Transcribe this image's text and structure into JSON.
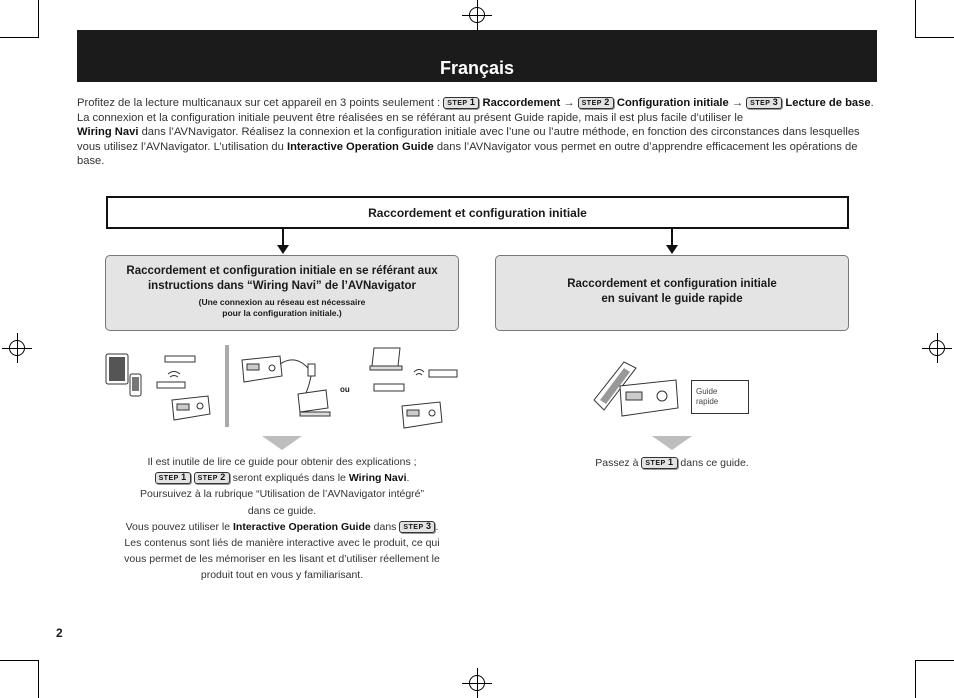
{
  "header": {
    "title": "Français"
  },
  "intro": {
    "s1": "Profitez de la lecture multicanaux sur cet appareil en 3 points seulement :",
    "step_word": "STEP",
    "step1": "1",
    "step2": "2",
    "step3": "3",
    "raccordement": "Raccordement",
    "arrow": "→",
    "config": "Configuration initiale",
    "lecture": "Lecture de base",
    "period": ".",
    "s2": "La connexion et la configuration initiale peuvent être réalisées en se référant au présent Guide rapide, mais il est plus facile d’utiliser le",
    "wiring_navi": "Wiring Navi",
    "s3": "dans l’AVNavigator. Réalisez la connexion et la configuration initiale avec l’une ou l’autre méthode, en fonction des circonstances dans lesquelles vous utilisez l’AVNavigator. L’utilisation du",
    "iog": "Interactive Operation Guide",
    "s4": "dans l’AVNavigator vous permet en outre d’apprendre effi­cacement les opérations de base."
  },
  "main_box": {
    "label": "Raccordement et configuration initiale"
  },
  "left_panel": {
    "line1": "Raccordement et configuration initiale en se référant aux",
    "line2": "instructions dans “Wiring Navi” de l’AVNavigator",
    "note1": "(Une connexion au réseau est nécessaire",
    "note2": "pour la configuration initiale.)"
  },
  "right_panel": {
    "line1": "Raccordement et configuration initiale",
    "line2": "en suivant le guide rapide"
  },
  "illus": {
    "ou": "ou",
    "guide_line1": "Guide",
    "guide_line2": "rapide"
  },
  "left_text": {
    "l1": "Il est inutile de lire ce guide pour obtenir des explications ;",
    "l2": "seront expliqués dans le",
    "wiring_navi": "Wiring Navi",
    "l3": "Poursuivez à la rubrique “Utilisation de l’AVNavigator intégré”",
    "l4": "dans ce guide.",
    "l5a": "Vous pouvez utiliser le",
    "iog": "Interactive Operation Guide",
    "l5b": "dans",
    "l6": "Les contenus sont liés de manière interactive avec le produit, ce qui",
    "l7": "vous permet de les mémoriser en les lisant et d’utiliser réellement le",
    "l8": "produit tout en vous y familiarisant."
  },
  "right_text": {
    "a": "Passez à",
    "b": "dans ce guide."
  },
  "page_number": "2"
}
